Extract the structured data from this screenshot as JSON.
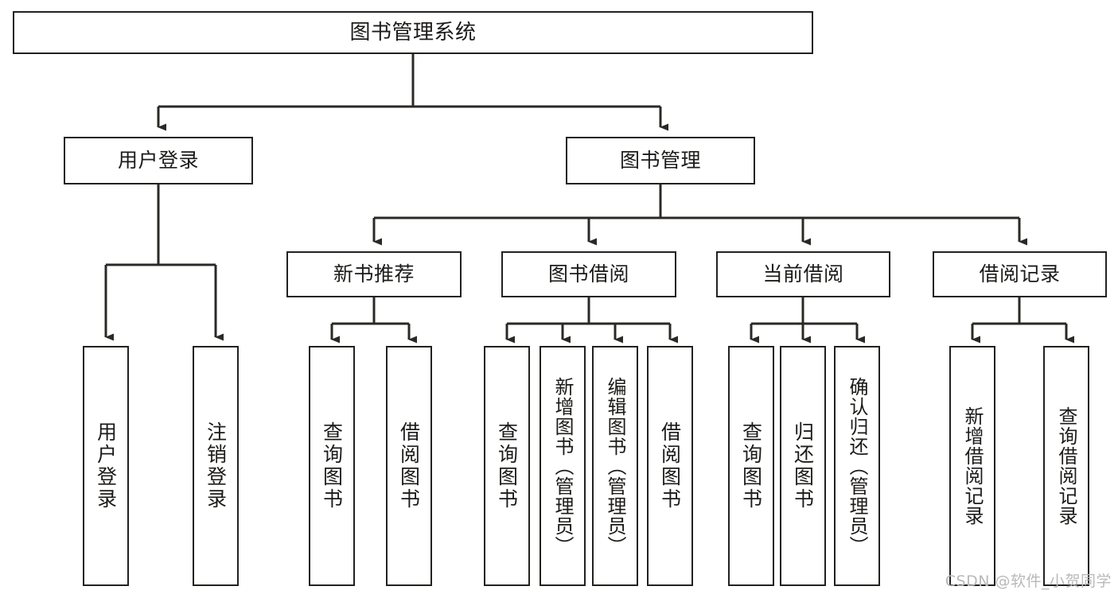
{
  "diagram": {
    "title": "图书管理系统",
    "type": "tree",
    "theme": {
      "background": "#ffffff",
      "node_border": "#23211e",
      "node_fill": "#ffffff",
      "text": "#1c1b19",
      "edge": "#2b2926",
      "watermark": "#b9b9b9"
    },
    "root": {
      "label": "图书管理系统"
    },
    "level1": [
      {
        "label": "用户登录"
      },
      {
        "label": "图书管理"
      }
    ],
    "level2": [
      {
        "label": "新书推荐"
      },
      {
        "label": "图书借阅"
      },
      {
        "label": "当前借阅"
      },
      {
        "label": "借阅记录"
      }
    ],
    "leaves": {
      "user_login": [
        {
          "label": "用户登录"
        },
        {
          "label": "注销登录"
        }
      ],
      "new_book_recommend": [
        {
          "label": "查询图书"
        },
        {
          "label": "借阅图书"
        }
      ],
      "book_borrow": [
        {
          "label": "查询图书"
        },
        {
          "label": "新增图书（管理员）"
        },
        {
          "label": "编辑图书（管理员）"
        },
        {
          "label": "借阅图书"
        }
      ],
      "current_borrow": [
        {
          "label": "查询图书"
        },
        {
          "label": "归还图书"
        },
        {
          "label": "确认归还（管理员）"
        }
      ],
      "borrow_record": [
        {
          "label": "新增借阅记录"
        },
        {
          "label": "查询借阅记录"
        }
      ]
    }
  },
  "watermark": {
    "text": "CSDN @软件_小贺同学"
  }
}
